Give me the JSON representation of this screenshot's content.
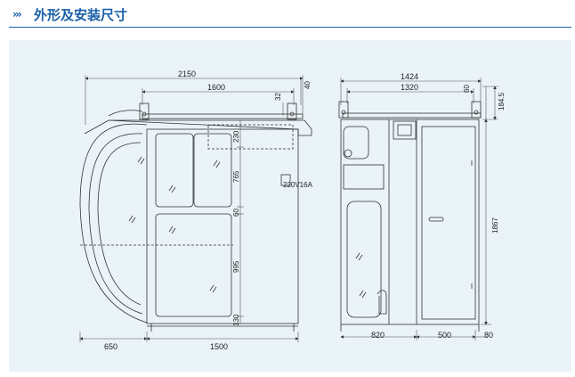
{
  "header": {
    "chevrons": "›››",
    "title": "外形及安装尺寸"
  },
  "colors": {
    "accent": "#1a5fa8",
    "panel_bg": "#eaf3f8",
    "line": "#333333",
    "dim_line": "#555555"
  },
  "front_view": {
    "dim_overall_width": "2150",
    "dim_rail_length": "1600",
    "dim_bracket_gap": "32",
    "dim_bracket_height": "40",
    "dim_top_panel": "230",
    "dim_upper_window": "765",
    "dim_mid_band": "60",
    "dim_lower_window": "995",
    "dim_bottom": "130",
    "dim_nose": "650",
    "dim_body": "1500",
    "power_label": "220V16A"
  },
  "side_view": {
    "dim_overall_width": "1424",
    "dim_rail_length": "1320",
    "dim_bracket": "60",
    "dim_top_height": "184.5",
    "dim_door_height": "1867",
    "dim_wall": "820",
    "dim_door": "500",
    "dim_base": "80"
  }
}
